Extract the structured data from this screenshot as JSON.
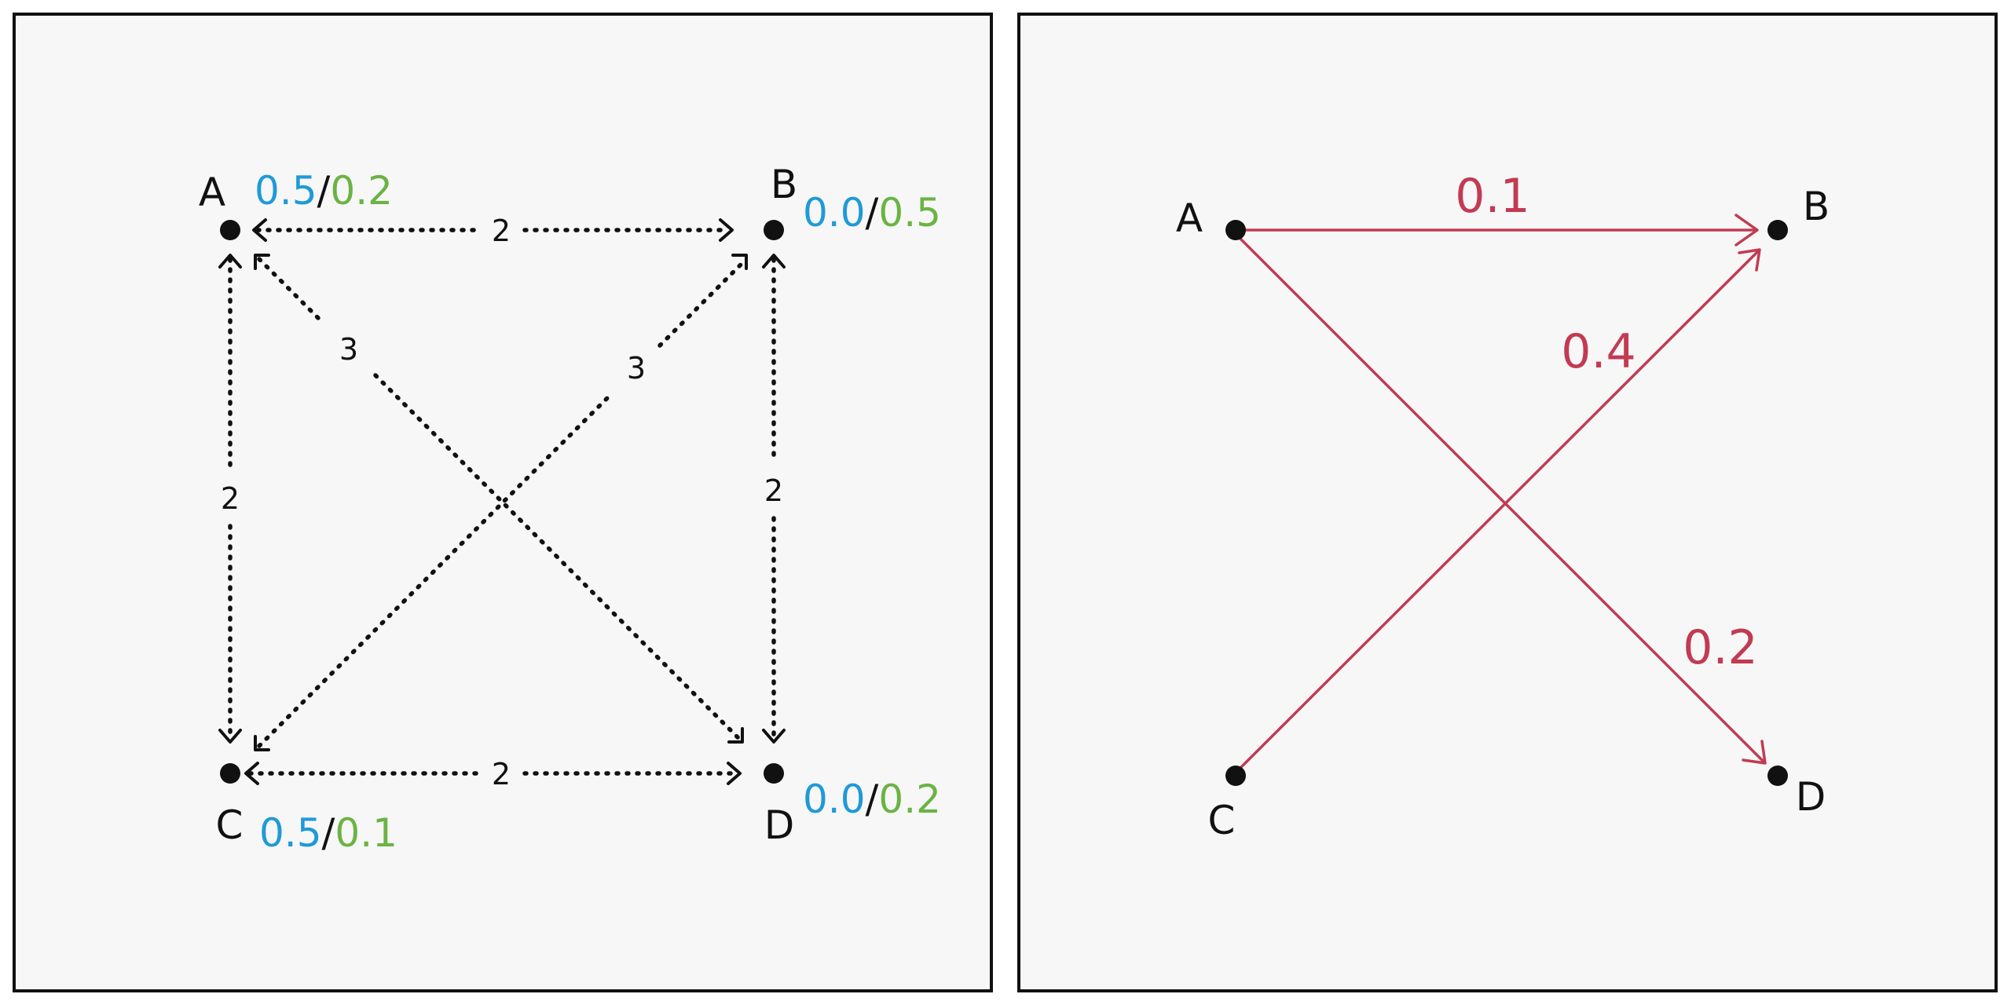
{
  "colors": {
    "ink": "#111111",
    "supply": "#1f9ad6",
    "demand": "#6ab344",
    "flow": "#c23b52",
    "panel_background": "#f7f7f7"
  },
  "left_panel": {
    "nodes": [
      {
        "id": "A",
        "label": "A",
        "supply": "0.5",
        "demand": "0.2"
      },
      {
        "id": "B",
        "label": "B",
        "supply": "0.0",
        "demand": "0.5"
      },
      {
        "id": "C",
        "label": "C",
        "supply": "0.5",
        "demand": "0.1"
      },
      {
        "id": "D",
        "label": "D",
        "supply": "0.0",
        "demand": "0.2"
      }
    ],
    "separator": "/",
    "edges": [
      {
        "from": "A",
        "to": "B",
        "cost": "2"
      },
      {
        "from": "A",
        "to": "C",
        "cost": "2"
      },
      {
        "from": "B",
        "to": "D",
        "cost": "2"
      },
      {
        "from": "C",
        "to": "D",
        "cost": "2"
      },
      {
        "from": "A",
        "to": "D",
        "cost": "3"
      },
      {
        "from": "C",
        "to": "B",
        "cost": "3"
      }
    ]
  },
  "right_panel": {
    "nodes": [
      {
        "id": "A",
        "label": "A"
      },
      {
        "id": "B",
        "label": "B"
      },
      {
        "id": "C",
        "label": "C"
      },
      {
        "id": "D",
        "label": "D"
      }
    ],
    "flows": [
      {
        "from": "A",
        "to": "B",
        "amount": "0.1"
      },
      {
        "from": "C",
        "to": "B",
        "amount": "0.4"
      },
      {
        "from": "A",
        "to": "D",
        "amount": "0.2"
      }
    ]
  }
}
